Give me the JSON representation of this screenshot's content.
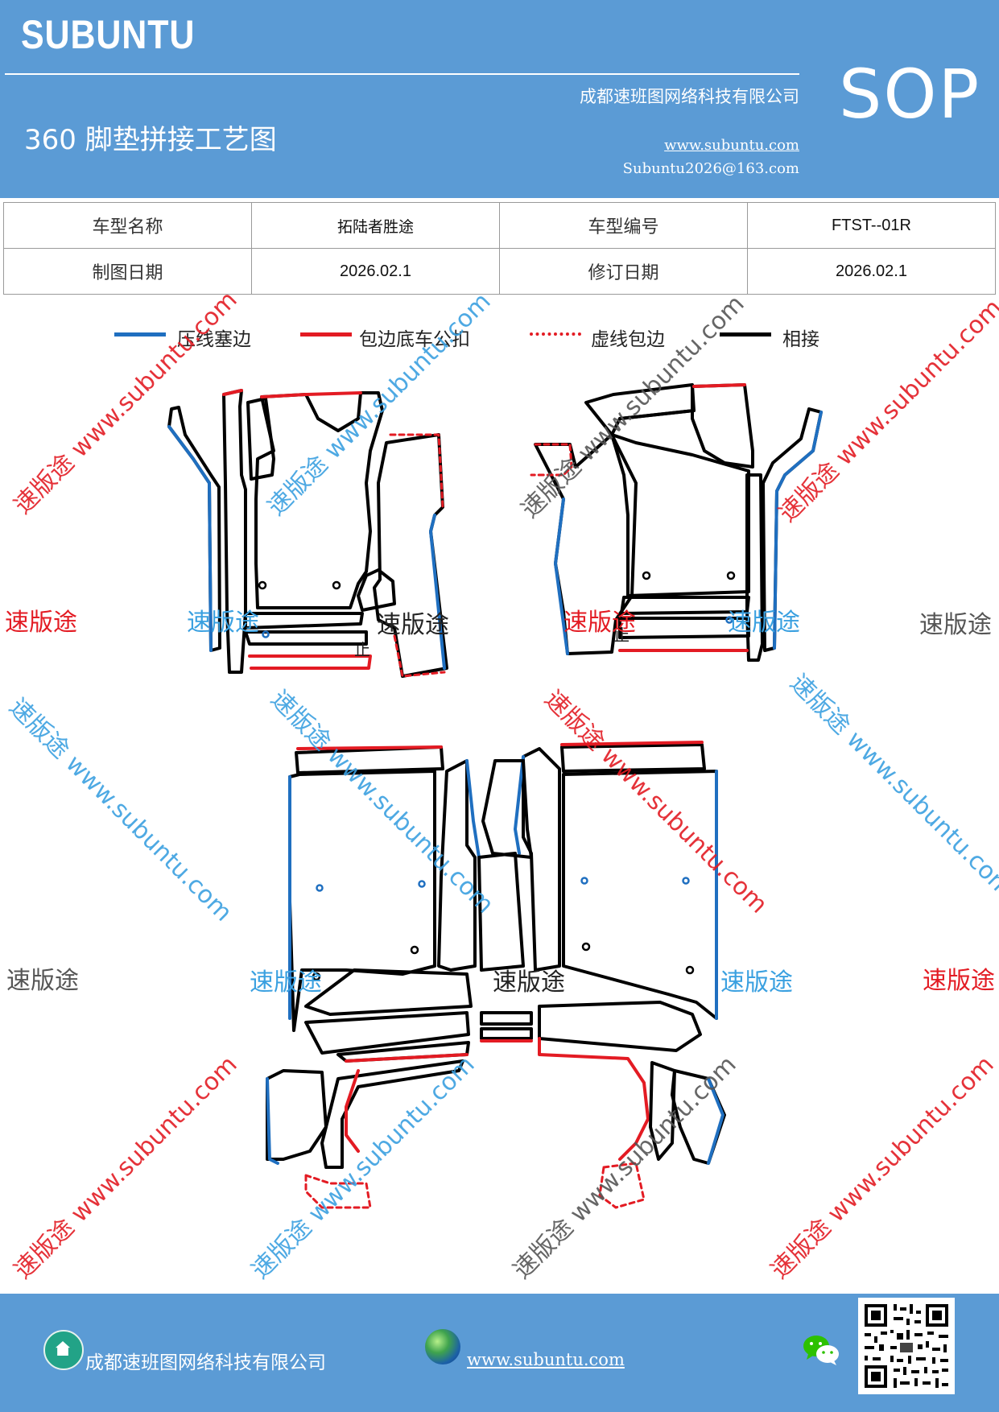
{
  "header": {
    "brand": "SUBUNTU",
    "title": "360 脚垫拼接工艺图",
    "company": "成都速班图网络科技有限公司",
    "website": "www.subuntu.com",
    "email": "Subuntu2026@163.com",
    "doc_type": "SOP"
  },
  "info_table": {
    "model_name_label": "车型名称",
    "model_name_value": "拓陆者胜途",
    "model_code_label": "车型编号",
    "model_code_value": "FTST--01R",
    "draw_date_label": "制图日期",
    "draw_date_value": "2026.02.1",
    "revise_date_label": "修订日期",
    "revise_date_value": "2026.02.1"
  },
  "legend": {
    "items": [
      {
        "label": "压线塞边",
        "color": "#1f6fc0",
        "style": "solid"
      },
      {
        "label": "包边底车公扣",
        "color": "#e31b23",
        "style": "solid"
      },
      {
        "label": "虚线包边",
        "color": "#e31b23",
        "style": "dashed"
      },
      {
        "label": "相接",
        "color": "#000000",
        "style": "solid"
      }
    ]
  },
  "drawing": {
    "stop_mark": "止"
  },
  "watermarks": {
    "short": "速版途",
    "long": "速版途 www.subuntu.com"
  },
  "footer": {
    "company": "成都速班图网络科技有限公司",
    "website": "www.subuntu.com"
  },
  "icons": {
    "home": "home-icon",
    "globe": "globe-icon",
    "wechat": "wechat-icon",
    "qr": "qr-code"
  },
  "colors": {
    "header_bg": "#5b9bd5",
    "press_line": "#1f6fc0",
    "binding": "#e31b23",
    "joint": "#000000"
  }
}
